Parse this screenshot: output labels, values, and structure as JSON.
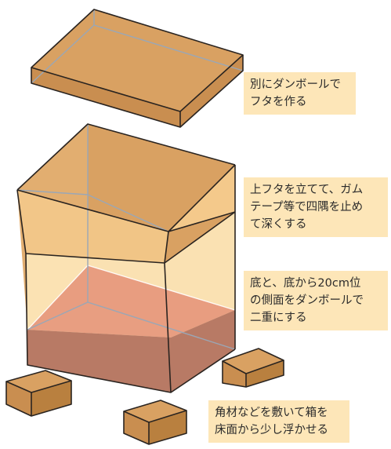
{
  "labels": {
    "lid": "別にダンボールで\nフタを作る",
    "box": "上フタを立てて、ガム\nテープ等で四隅を止め\nて深くする",
    "floor": "底と、底から20cm位\nの側面をダンボールで\n二重にする",
    "legs": "角材などを敷いて箱を\n床面から少し浮かせる"
  },
  "colors": {
    "cardboard": "#d9a162",
    "cardboard_side": "#c98e50",
    "outline": "#2a2420",
    "panel_fill": "#fde6b8",
    "floor_top": "#e6977c",
    "floor_side": "#b87a65",
    "hidden_edge": "#9aa7b6",
    "label_bg": "#fde6b8"
  }
}
